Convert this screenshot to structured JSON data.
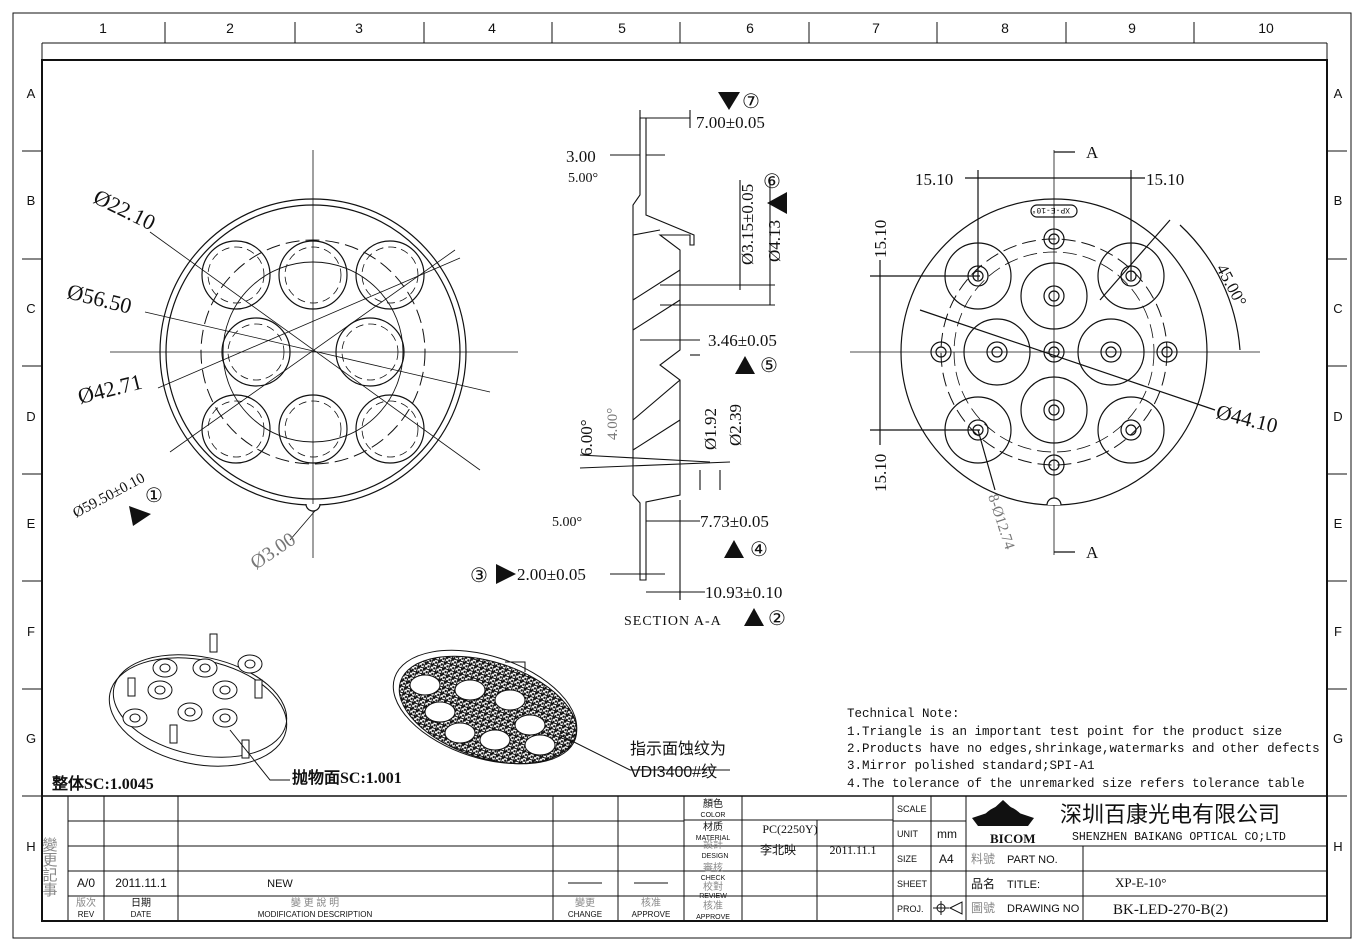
{
  "border": {
    "columns": [
      "1",
      "2",
      "3",
      "4",
      "5",
      "6",
      "7",
      "8",
      "9",
      "10"
    ],
    "rows": [
      "A",
      "B",
      "C",
      "D",
      "E",
      "F",
      "G",
      "H"
    ]
  },
  "front_view": {
    "dims": [
      "Ø22.10",
      "Ø56.50",
      "Ø42.71",
      "Ø59.50±0.10",
      "Ø3.00"
    ],
    "marker": "①"
  },
  "section_view": {
    "top_dim": "7.00±0.05",
    "top_marker": "⑦",
    "dim_3_00": "3.00",
    "angle_top": "5.00°",
    "dia_315": "Ø3.15±0.05",
    "dia_413": "Ø4.13",
    "marker_6": "⑥",
    "dim_346": "3.46±0.05",
    "marker_5": "⑤",
    "angle_6": "6.00°",
    "angle_4": "4.00°",
    "dia_192": "Ø1.92",
    "dia_239": "Ø2.39",
    "angle_bottom": "5.00°",
    "dim_773": "7.73±0.05",
    "marker_4": "④",
    "dim_200": "2.00±0.05",
    "marker_3": "③",
    "dim_1093": "10.93±0.10",
    "marker_2": "②",
    "label": "SECTION A-A"
  },
  "back_view": {
    "section_a": "A",
    "dim_left": "15.10",
    "dim_right": "15.10",
    "dim_v_top": "15.10",
    "dim_v_bottom": "15.10",
    "angle": "45.00°",
    "dia": "Ø44.10",
    "holes": "8-Ø12.74",
    "stamp": "XP-E-10°"
  },
  "iso": {
    "overall_sc": "整体SC:1.0045",
    "parabolic_sc": "抛物面SC:1.001",
    "texture_line1": "指示面蚀纹为",
    "texture_line2": "VDI3400#纹"
  },
  "notes": {
    "title": "Technical Note:",
    "items": [
      "1.Triangle is an important test point for the product size",
      "2.Products have no edges,shrinkage,watermarks and other defects",
      "3.Mirror polished standard;SPI-A1",
      "4.The tolerance of the unremarked size refers tolerance table"
    ]
  },
  "title_block": {
    "rev_side": "變更記事",
    "rev": "A/0",
    "rev_date": "2011.11.1",
    "rev_desc": "NEW",
    "h_rev_cn": "版次",
    "h_rev_en": "REV",
    "h_date_cn": "日期",
    "h_date_en": "DATE",
    "h_desc_cn": "變 更 說 明",
    "h_desc_en": "MODIFICATION DESCRIPTION",
    "h_change_cn": "變更",
    "h_change_en": "CHANGE",
    "h_approve_cn": "核准",
    "h_approve_en": "APPROVE",
    "color_cn": "顏色",
    "color_en": "COLOR",
    "material_cn": "材质",
    "material_en": "MATERIAL",
    "material_val": "PC(2250Y)",
    "design_cn": "設計",
    "design_en": "DESIGN",
    "designer": "李北映",
    "design_date": "2011.11.1",
    "check_cn": "審核",
    "check_en": "CHECK",
    "review_cn": "校對",
    "review_en": "REVIEW",
    "approve_cn": "核准",
    "approve_en": "APPROVE",
    "scale_lbl": "SCALE",
    "unit_lbl": "UNIT",
    "unit_val": "mm",
    "size_lbl": "SIZE",
    "size_val": "A4",
    "sheet_lbl": "SHEET",
    "proj_lbl": "PROJ.",
    "logo": "BICOM",
    "company_cn": "深圳百康光电有限公司",
    "company_en": "SHENZHEN BAIKANG OPTICAL CO;LTD",
    "part_lbl_cn": "料號",
    "part_lbl_en": "PART NO.",
    "title_lbl_cn": "品名",
    "title_lbl_en": "TITLE:",
    "title_val": "XP-E-10°",
    "drawing_lbl_cn": "圖號",
    "drawing_lbl_en": "DRAWING NO",
    "drawing_val": "BK-LED-270-B(2)"
  }
}
